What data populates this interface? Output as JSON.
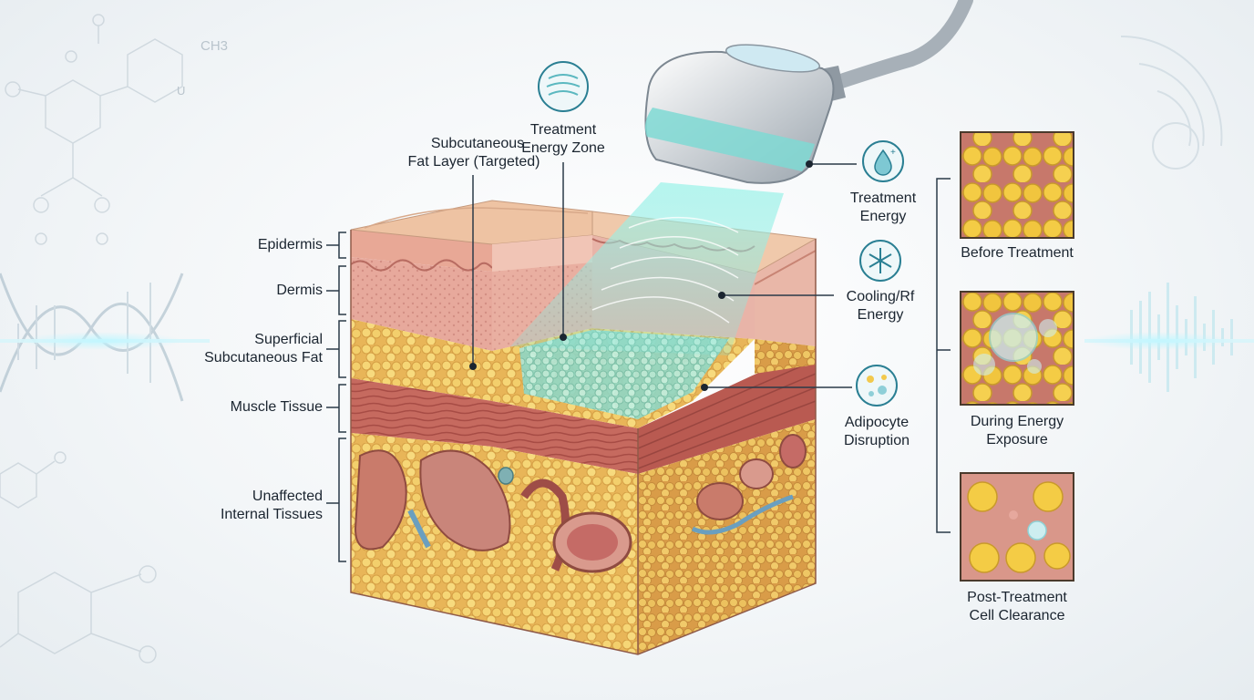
{
  "left_labels": {
    "epidermis": "Epidermis",
    "dermis": "Dermis",
    "superficial_fat": [
      "Superficial",
      "Subcutaneous Fat"
    ],
    "muscle": "Muscle Tissue",
    "internal": [
      "Unaffected",
      "Internal Tissues"
    ]
  },
  "top_labels": {
    "fat_layer": [
      "Subcutaneous",
      "Fat Layer (Targeted)"
    ],
    "energy_zone": [
      "Treatment",
      "Energy Zone"
    ]
  },
  "right_labels": {
    "treatment_energy": [
      "Treatment",
      "Energy"
    ],
    "cooling": [
      "Cooling/Rf",
      "Energy"
    ],
    "adipocyte": [
      "Adipocyte",
      "Disruption"
    ]
  },
  "panels": {
    "before": "Before Treatment",
    "during": [
      "During Energy",
      "Exposure"
    ],
    "post": [
      "Post-Treatment",
      "Cell Clearance"
    ]
  },
  "decor": {
    "molecule_text": "CH3",
    "molecule_letter": "U"
  },
  "colors": {
    "callout_line": "#2a3a48",
    "accent_teal": "#2a7f93",
    "energy_beam": "#7fe6dc",
    "fat_yellow": "#f2c94c",
    "skin_pink": "#e9b2a4",
    "muscle_red": "#c7615a"
  }
}
